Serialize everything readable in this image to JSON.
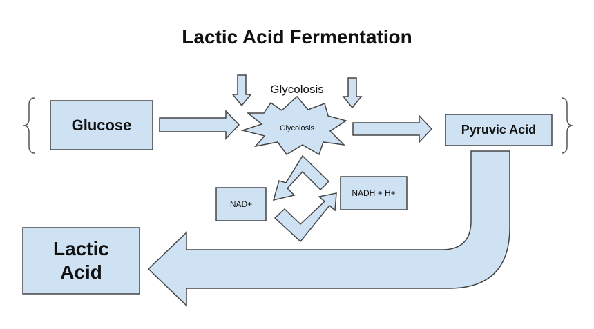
{
  "title": "Lactic Acid Fermentation",
  "nodes": {
    "glucose": "Glucose",
    "glycolosis_label": "Glycolosis",
    "glycolosis_star": "Glycolosis",
    "pyruvic_acid": "Pyruvic Acid",
    "nad": "NAD+",
    "nadh": "NADH + H+",
    "lactic_acid_line1": "Lactic",
    "lactic_acid_line2": "Acid"
  },
  "colors": {
    "box_fill": "#cfe2f3",
    "stroke": "#444444",
    "text": "#111111"
  }
}
